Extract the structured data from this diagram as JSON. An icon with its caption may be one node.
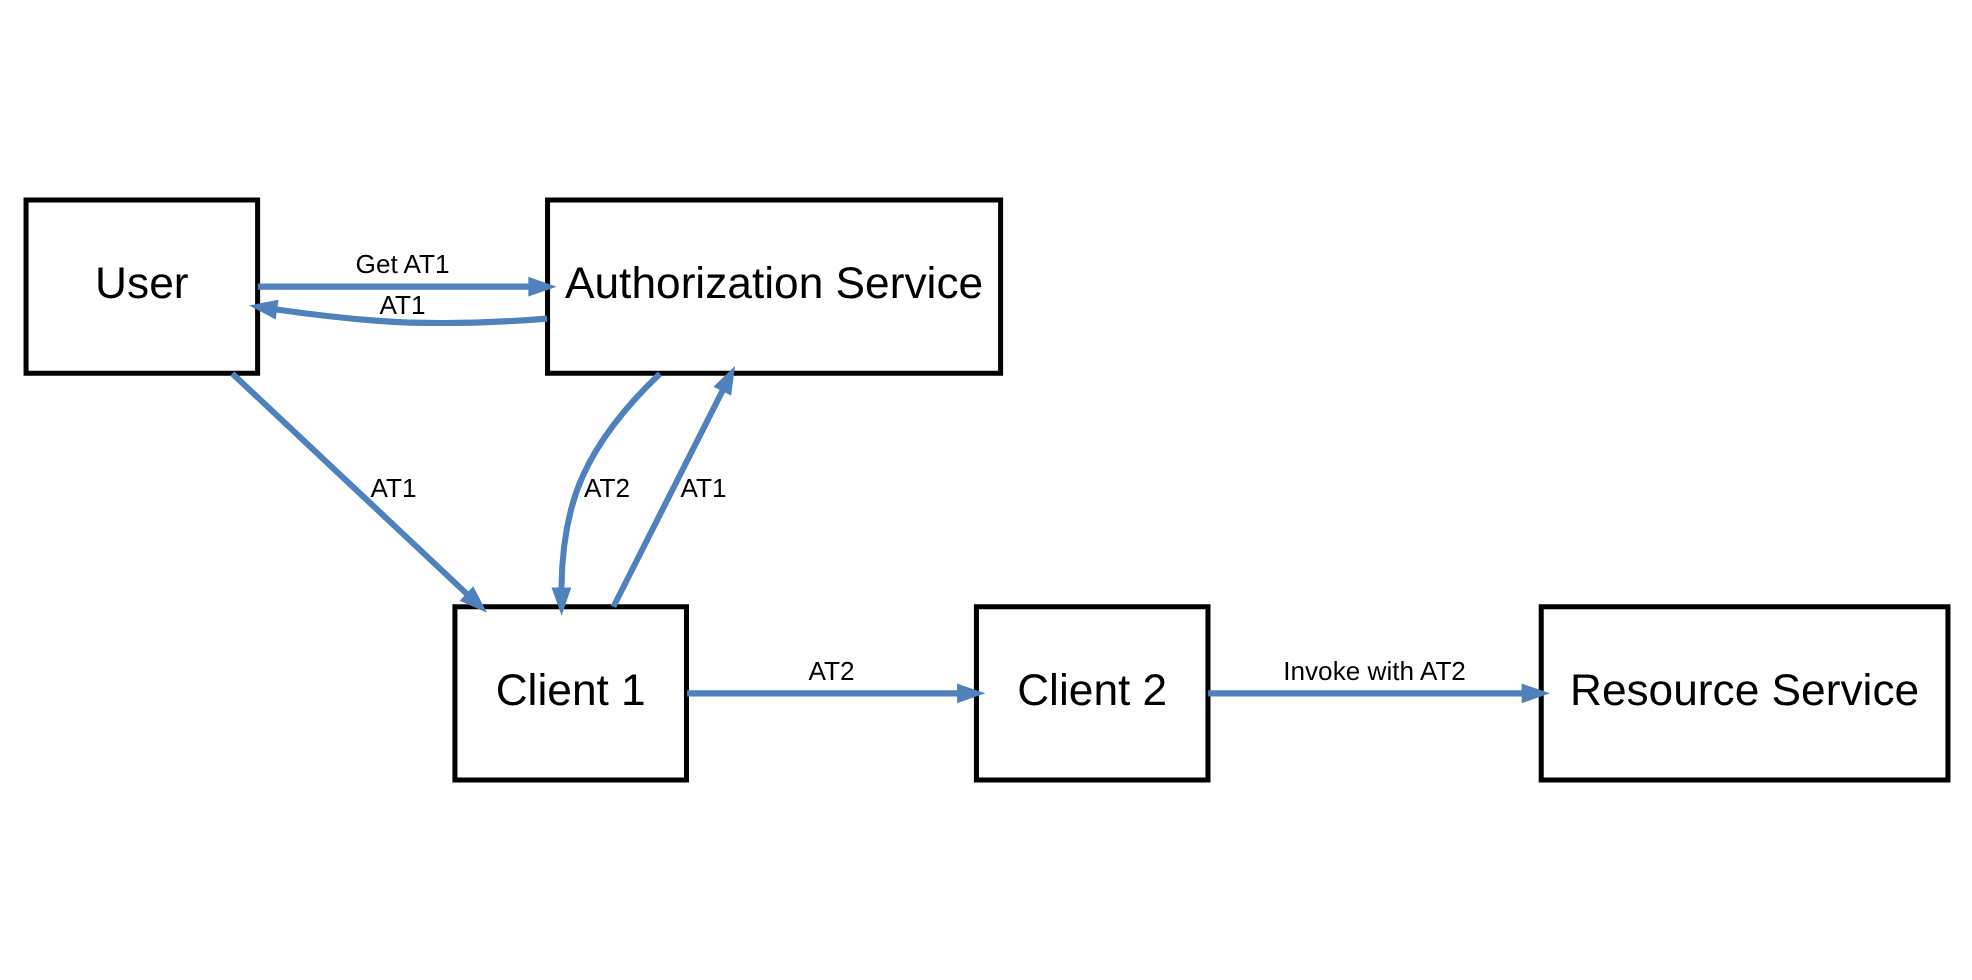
{
  "diagram": {
    "nodes": [
      {
        "text": [
          "User"
        ]
      },
      {
        "text": [
          "Authorization Service"
        ]
      },
      {
        "text": [
          "Client 1"
        ]
      },
      {
        "text": [
          "Client 2"
        ]
      },
      {
        "text": [
          "Resource Service"
        ]
      }
    ],
    "edges": [
      {
        "from": 0,
        "to": 1,
        "arrow": "to",
        "label": "Get AT1"
      },
      {
        "from": 1,
        "to": 0,
        "arrow": "to",
        "label": "AT1"
      },
      {
        "from": 0,
        "to": 2,
        "arrow": "to",
        "label": "AT1"
      },
      {
        "from": 2,
        "to": 1,
        "arrow": "to",
        "label": "AT1"
      },
      {
        "from": 1,
        "to": 2,
        "arrow": "to",
        "label": "AT2"
      },
      {
        "from": 2,
        "to": 3,
        "arrow": "to",
        "label": "AT2"
      },
      {
        "from": 3,
        "to": 4,
        "arrow": "to",
        "label": "Invoke with AT2"
      }
    ]
  }
}
